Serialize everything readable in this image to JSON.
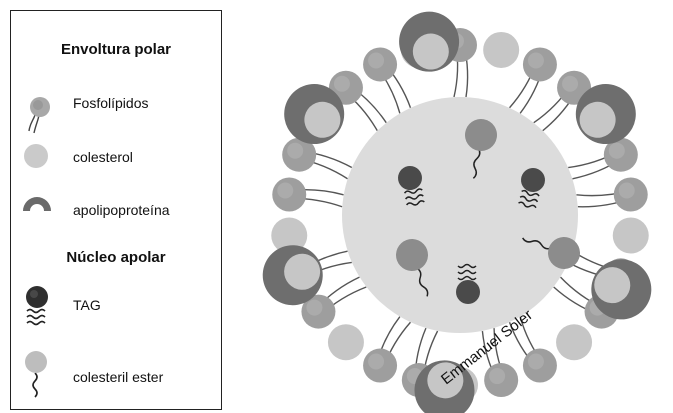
{
  "legend": {
    "section_polar": "Envoltura polar",
    "section_apolar": "Núcleo apolar",
    "items": [
      {
        "label": "Fosfolípidos"
      },
      {
        "label": "colesterol"
      },
      {
        "label": "apolipoproteína"
      },
      {
        "label": "TAG"
      },
      {
        "label": "colesteril ester"
      }
    ]
  },
  "watermark": {
    "text": "Emmanuel Soler"
  },
  "colors": {
    "phospholipid_head": "#9e9e9e",
    "cholesterol": "#c6c6c6",
    "apolipoprotein": "#6e6e6e",
    "tag_head": "#3a3a3a",
    "core_fill": "#dcdcdc",
    "tail": "#555555"
  }
}
